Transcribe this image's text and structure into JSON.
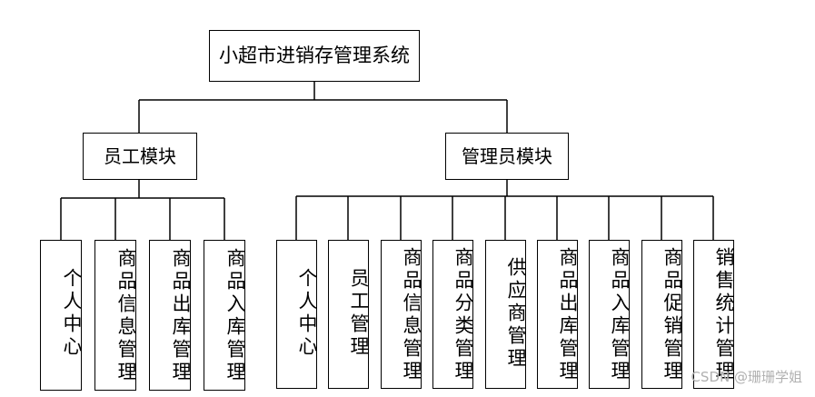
{
  "root": {
    "label": "小超市进销存管理系统"
  },
  "employee_module": {
    "label": "员工模块",
    "children": [
      "个人中心",
      "商品信息管理",
      "商品出库管理",
      "商品入库管理"
    ]
  },
  "admin_module": {
    "label": "管理员模块",
    "children": [
      "个人中心",
      "员工管理",
      "商品信息管理",
      "商品分类管理",
      "供应商管理",
      "商品出库管理",
      "商品入库管理",
      "商品促销管理",
      "销售统计管理"
    ]
  },
  "watermark": "CSDN @珊珊学姐"
}
